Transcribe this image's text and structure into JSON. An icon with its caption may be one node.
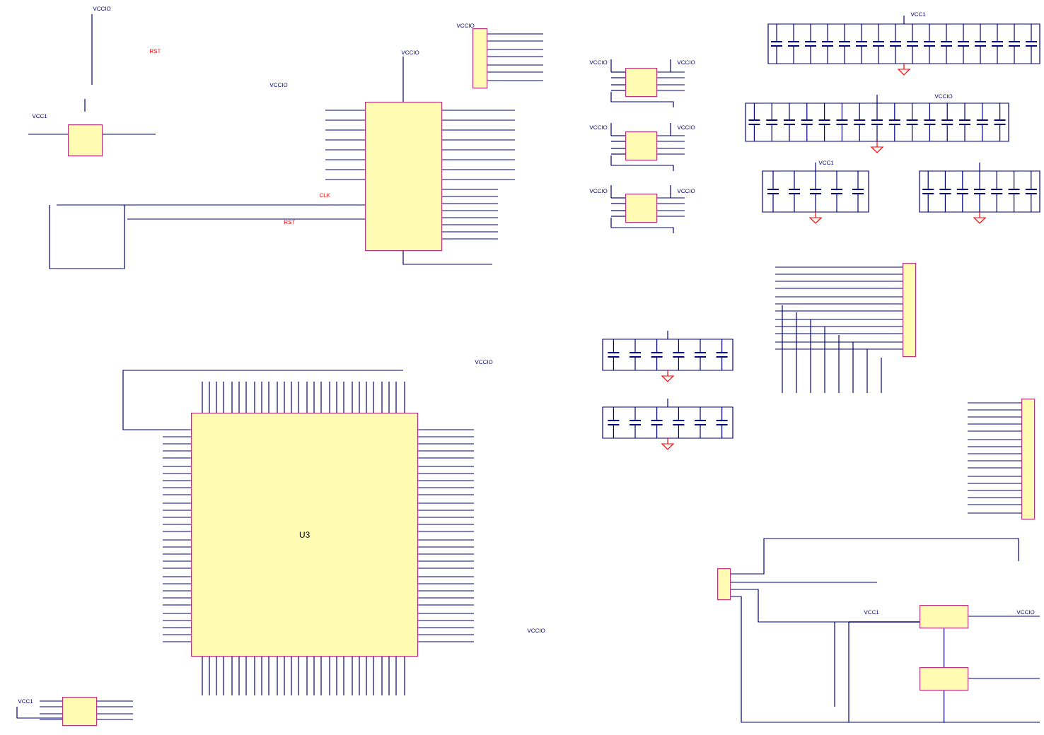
{
  "diagram": {
    "nodes": [
      {
        "text": [],
        "shape": "box"
      },
      {
        "text": [],
        "shape": "box"
      },
      {
        "text": [],
        "shape": "box"
      },
      {
        "text": [],
        "shape": "box"
      },
      {
        "text": [],
        "shape": "box"
      },
      {
        "text": [],
        "shape": "box"
      },
      {
        "text": [
          "U3"
        ]
      },
      {
        "text": [],
        "shape": "box"
      },
      {
        "text": [],
        "shape": "box"
      },
      {
        "text": [],
        "shape": "box"
      },
      {
        "text": [],
        "shape": "box"
      },
      {
        "text": [],
        "shape": "box"
      },
      {
        "text": [],
        "shape": "box"
      }
    ],
    "edges": [
      {
        "from": 9,
        "to": 10,
        "arrow": "none"
      },
      {
        "from": 9,
        "to": 11,
        "arrow": "none"
      },
      {
        "from": 10,
        "to": 11,
        "arrow": "none"
      }
    ],
    "labels": [
      "VCCIO",
      "RST",
      "VCC1",
      "VCCIO",
      "VCCIO",
      "VCCIO",
      "CLK",
      "RST",
      "VCC1",
      "VCCIO",
      "VCC1",
      "VCCIO",
      "VCCIO",
      "VCCIO",
      "VCCIO",
      "VCCIO",
      "VCCIO",
      "VCCIO",
      "VCCIO",
      "VCC1",
      "VCCIO",
      "VCC1"
    ]
  }
}
